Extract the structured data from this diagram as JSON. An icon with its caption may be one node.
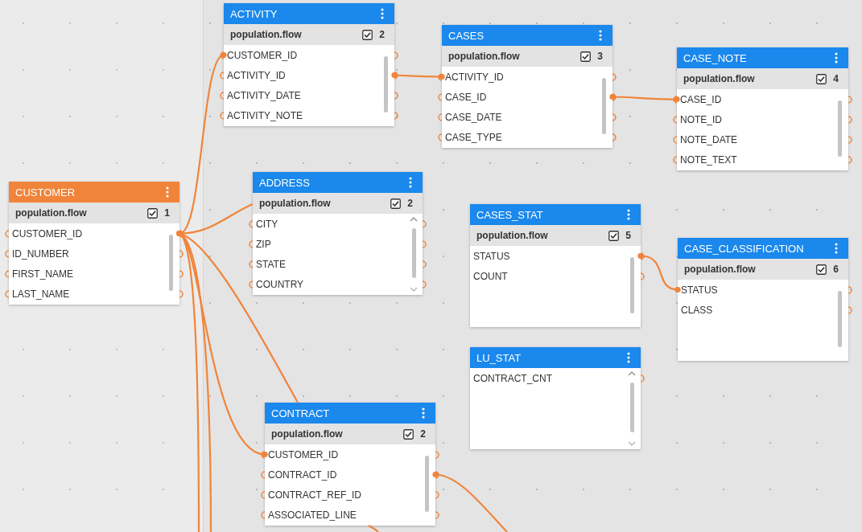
{
  "diagram": {
    "nodes": [
      {
        "text": [
          "ACTIVITY",
          "population.flow",
          "2"
        ]
      },
      {
        "text": [
          "CUSTOMER_ID"
        ],
        "in": 0
      },
      {
        "text": [
          "ACTIVITY_ID"
        ],
        "in": 0
      },
      {
        "text": [
          "ACTIVITY_DATE"
        ],
        "in": 0
      },
      {
        "text": [
          "ACTIVITY_NOTE"
        ],
        "in": 0
      },
      {
        "text": [
          "CASES",
          "population.flow",
          "3"
        ]
      },
      {
        "text": [
          "ACTIVITY_ID"
        ],
        "in": 5
      },
      {
        "text": [
          "CASE_ID"
        ],
        "in": 5
      },
      {
        "text": [
          "CASE_DATE"
        ],
        "in": 5
      },
      {
        "text": [
          "CASE_TYPE"
        ],
        "in": 5
      },
      {
        "text": [
          "CASE_NOTE",
          "population.flow",
          "4"
        ]
      },
      {
        "text": [
          "CASE_ID"
        ],
        "in": 10
      },
      {
        "text": [
          "NOTE_ID"
        ],
        "in": 10
      },
      {
        "text": [
          "NOTE_DATE"
        ],
        "in": 10
      },
      {
        "text": [
          "NOTE_TEXT"
        ],
        "in": 10
      },
      {
        "text": [
          "CUSTOMER",
          "population.flow",
          "1"
        ]
      },
      {
        "text": [
          "CUSTOMER_ID"
        ],
        "in": 15
      },
      {
        "text": [
          "ID_NUMBER"
        ],
        "in": 15
      },
      {
        "text": [
          "FIRST_NAME"
        ],
        "in": 15
      },
      {
        "text": [
          "LAST_NAME"
        ],
        "in": 15
      },
      {
        "text": [
          "ADDRESS",
          "population.flow",
          "2"
        ]
      },
      {
        "text": [
          "CITY"
        ],
        "in": 20
      },
      {
        "text": [
          "ZIP"
        ],
        "in": 20
      },
      {
        "text": [
          "STATE"
        ],
        "in": 20
      },
      {
        "text": [
          "COUNTRY"
        ],
        "in": 20
      },
      {
        "text": [
          "CASES_STAT",
          "population.flow",
          "5"
        ]
      },
      {
        "text": [
          "STATUS"
        ],
        "in": 25
      },
      {
        "text": [
          "COUNT"
        ],
        "in": 25
      },
      {
        "text": [
          "CASE_CLASSIFICATION",
          "population.flow",
          "6"
        ]
      },
      {
        "text": [
          "STATUS"
        ],
        "in": 28
      },
      {
        "text": [
          "CLASS"
        ],
        "in": 28
      },
      {
        "text": [
          "LU_STAT"
        ]
      },
      {
        "text": [
          "CONTRACT_CNT"
        ],
        "in": 31
      },
      {
        "text": [
          "CONTRACT",
          "population.flow",
          "2"
        ]
      },
      {
        "text": [
          "CUSTOMER_ID"
        ],
        "in": 33
      },
      {
        "text": [
          "CONTRACT_ID"
        ],
        "in": 33
      },
      {
        "text": [
          "CONTRACT_REF_ID"
        ],
        "in": 33
      },
      {
        "text": [
          "ASSOCIATED_LINE"
        ],
        "in": 33
      }
    ],
    "edges": [
      {
        "from": 16,
        "to": 1,
        "arrow": "other"
      },
      {
        "from": 16,
        "to": 20,
        "arrow": "other"
      },
      {
        "from": 16,
        "to": 33,
        "arrow": "other"
      },
      {
        "from": 16,
        "to": 34,
        "arrow": "other"
      },
      {
        "from": 16,
        "to": null,
        "arrow": "other"
      },
      {
        "from": 16,
        "to": null,
        "arrow": "other"
      },
      {
        "from": 2,
        "to": 6,
        "arrow": "other"
      },
      {
        "from": 7,
        "to": 11,
        "arrow": "other"
      },
      {
        "from": 26,
        "to": 29,
        "arrow": "other"
      },
      {
        "from": 35,
        "to": null,
        "arrow": "other"
      },
      {
        "from": null,
        "to": 33,
        "arrow": "none"
      }
    ]
  }
}
